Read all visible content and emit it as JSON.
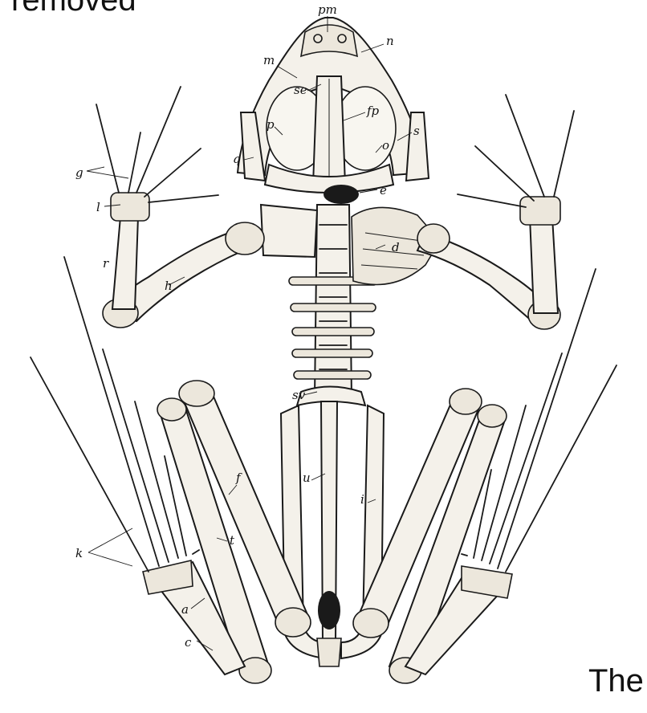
{
  "caption_top": "removed",
  "caption_bottom": "The",
  "labels": {
    "pm": "pm",
    "n": "n",
    "m": "m",
    "se": "se",
    "fp": "fp",
    "p": "p",
    "s": "s",
    "q": "q",
    "o": "o",
    "g": "g",
    "e": "e",
    "l": "l",
    "r": "r",
    "d": "d",
    "h": "h",
    "sv": "sv",
    "f": "f",
    "u": "u",
    "i": "i",
    "t": "t",
    "k": "k",
    "a": "a",
    "c": "c"
  }
}
